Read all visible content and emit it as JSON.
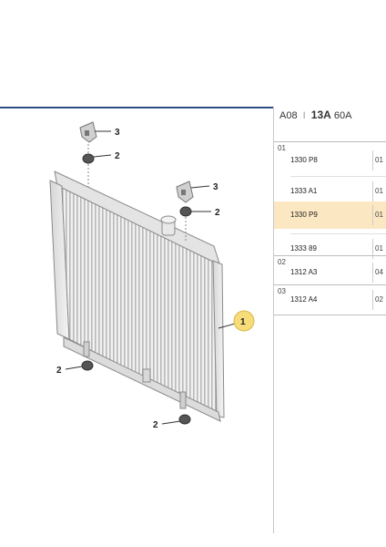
{
  "reference": {
    "part1": "A08",
    "sep": "I",
    "part2": "13A",
    "part3": "60A"
  },
  "callouts": {
    "c3a": "3",
    "c2a": "2",
    "c3b": "3",
    "c2b": "2",
    "c1": "1",
    "c2c": "2",
    "c2d": "2"
  },
  "groups": [
    {
      "id": "01",
      "rows": [
        {
          "part": "1330 P8",
          "qty": "01",
          "highlight": false
        },
        {
          "part": "1333 A1",
          "qty": "01",
          "highlight": false
        },
        {
          "part": "1330 P9",
          "qty": "01",
          "highlight": true
        },
        {
          "part": "1333 89",
          "qty": "01",
          "highlight": false
        }
      ]
    },
    {
      "id": "02",
      "rows": [
        {
          "part": "1312 A3",
          "qty": "04",
          "highlight": false
        }
      ]
    },
    {
      "id": "03",
      "rows": [
        {
          "part": "1312 A4",
          "qty": "02",
          "highlight": false
        }
      ]
    }
  ],
  "colors": {
    "accent": "#2f4d84",
    "highlight": "#fbe7c2",
    "callout_fill": "#f7dc7a"
  }
}
